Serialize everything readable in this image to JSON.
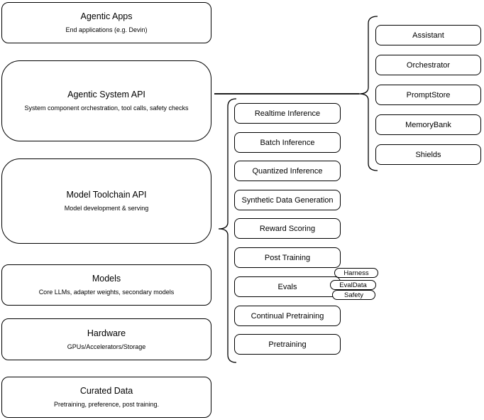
{
  "diagram": {
    "left_stack": [
      {
        "title": "Agentic Apps",
        "subtitle": "End applications (e.g. Devin)"
      },
      {
        "title": "Agentic System API",
        "subtitle": "System component orchestration, tool calls, safety checks"
      },
      {
        "title": "Model Toolchain API",
        "subtitle": "Model development & serving"
      },
      {
        "title": "Models",
        "subtitle": "Core LLMs, adapter weights, secondary models"
      },
      {
        "title": "Hardware",
        "subtitle": "GPUs/Accelerators/Storage"
      },
      {
        "title": "Curated Data",
        "subtitle": "Pretraining, preference, post training."
      }
    ],
    "toolchain_group": {
      "items": [
        "Realtime Inference",
        "Batch Inference",
        "Quantized Inference",
        "Synthetic Data Generation",
        "Reward Scoring",
        "Post Training",
        "Evals",
        "Continual Pretraining",
        "Pretraining"
      ],
      "evals_tags": [
        "Harness",
        "EvalData",
        "Safety"
      ]
    },
    "agentic_system_group": {
      "items": [
        "Assistant",
        "Orchestrator",
        "PromptStore",
        "MemoryBank",
        "Shields"
      ]
    },
    "colors": {
      "stroke": "#000000",
      "background": "#ffffff"
    }
  }
}
